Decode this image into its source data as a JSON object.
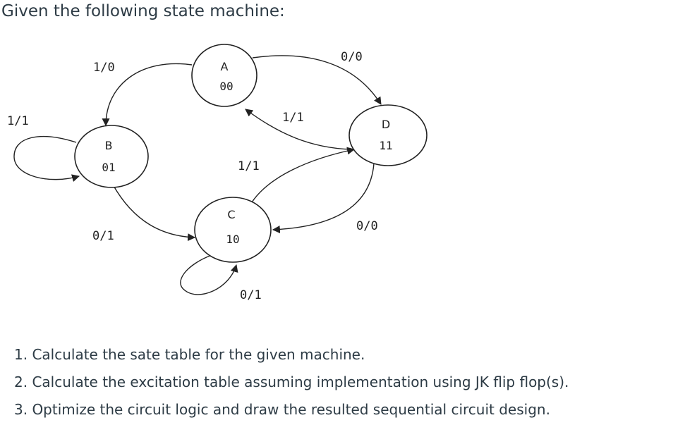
{
  "heading": "Given the following state machine:",
  "diagram": {
    "states": [
      {
        "letter": "A",
        "code": "00"
      },
      {
        "letter": "B",
        "code": "01"
      },
      {
        "letter": "C",
        "code": "10"
      },
      {
        "letter": "D",
        "code": "11"
      }
    ],
    "transitions": [
      {
        "from": "A",
        "to": "B",
        "label": "1/0"
      },
      {
        "from": "A",
        "to": "D",
        "label": "0/0"
      },
      {
        "from": "B",
        "to": "B",
        "label": "1/1"
      },
      {
        "from": "D",
        "to": "A",
        "label": "1/1"
      },
      {
        "from": "C",
        "to": "D",
        "label": "1/1"
      },
      {
        "from": "B",
        "to": "C",
        "label": "0/1"
      },
      {
        "from": "D",
        "to": "C",
        "label": "0/0"
      },
      {
        "from": "C",
        "to": "C",
        "label": "0/1"
      }
    ]
  },
  "questions": [
    "1. Calculate the sate table for the given machine.",
    "2. Calculate the excitation table assuming implementation using JK flip flop(s).",
    "3. Optimize the circuit logic and draw the resulted sequential circuit design."
  ]
}
